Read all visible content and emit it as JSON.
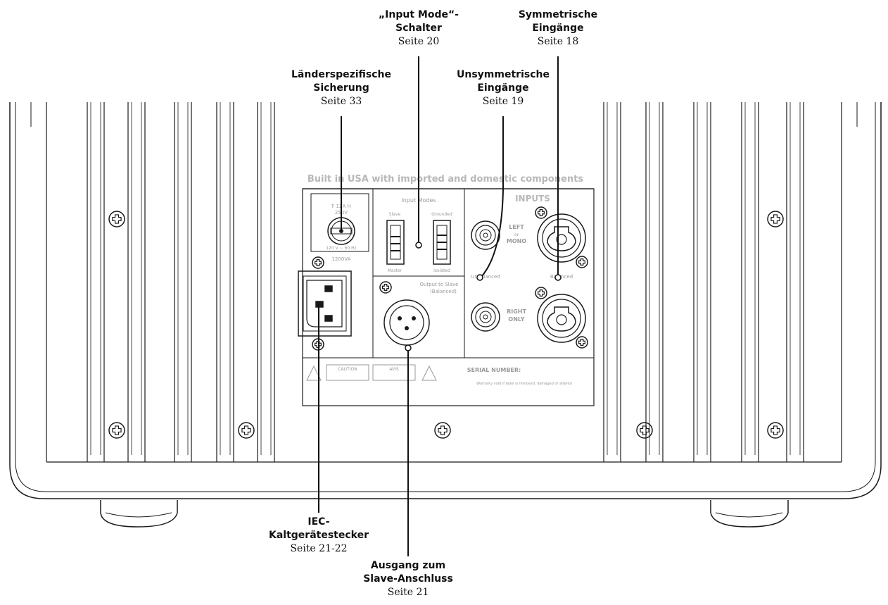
{
  "callouts": {
    "input_mode": {
      "title1": "„Input Mode“-",
      "title2": "Schalter",
      "page": "Seite 20"
    },
    "balanced_inputs": {
      "title1": "Symmetrische",
      "title2": "Eingänge",
      "page": "Seite 18"
    },
    "fuse": {
      "title1": "Länderspezifische",
      "title2": "Sicherung",
      "page": "Seite 33"
    },
    "unbalanced_inputs": {
      "title1": "Unsymmetrische",
      "title2": "Eingänge",
      "page": "Seite 19"
    },
    "iec_plug": {
      "title1": "IEC-",
      "title2": "Kaltgerätestecker",
      "page": "Seite 21-22"
    },
    "slave_output": {
      "title1": "Ausgang zum",
      "title2": "Slave-Anschluss",
      "page": "Seite 21"
    }
  },
  "panel": {
    "header": "Built in USA with imported and domestic components",
    "fuse_rating": "F 12A H",
    "fuse_voltage": "250V",
    "mains_rating": "120 V ~ 60 Hz",
    "power_rating": "1200VA",
    "input_modes_label": "Input Modes",
    "slave_label": "Slave",
    "master_label": "Master",
    "grounded_label": "Grounded",
    "isolated_label": "Isolated",
    "inputs_label": "INPUTS",
    "left_line1": "LEFT",
    "left_line2": "or",
    "left_line3": "MONO",
    "right_line1": "RIGHT",
    "right_line2": "ONLY",
    "unbalanced_label": "Unbalanced",
    "balanced_label": "Balanced",
    "output_slave_line1": "Output to Slave",
    "output_slave_line2": "(Balanced)",
    "caution_label": "CAUTION",
    "avis_label": "AVIS",
    "serial_label": "SERIAL NUMBER:",
    "warranty_text": "Warranty void if label is removed, damaged or altered"
  },
  "colors": {
    "line": "#1a1a1a",
    "panel_text": "#9a9a9a",
    "leader": "#111111"
  }
}
